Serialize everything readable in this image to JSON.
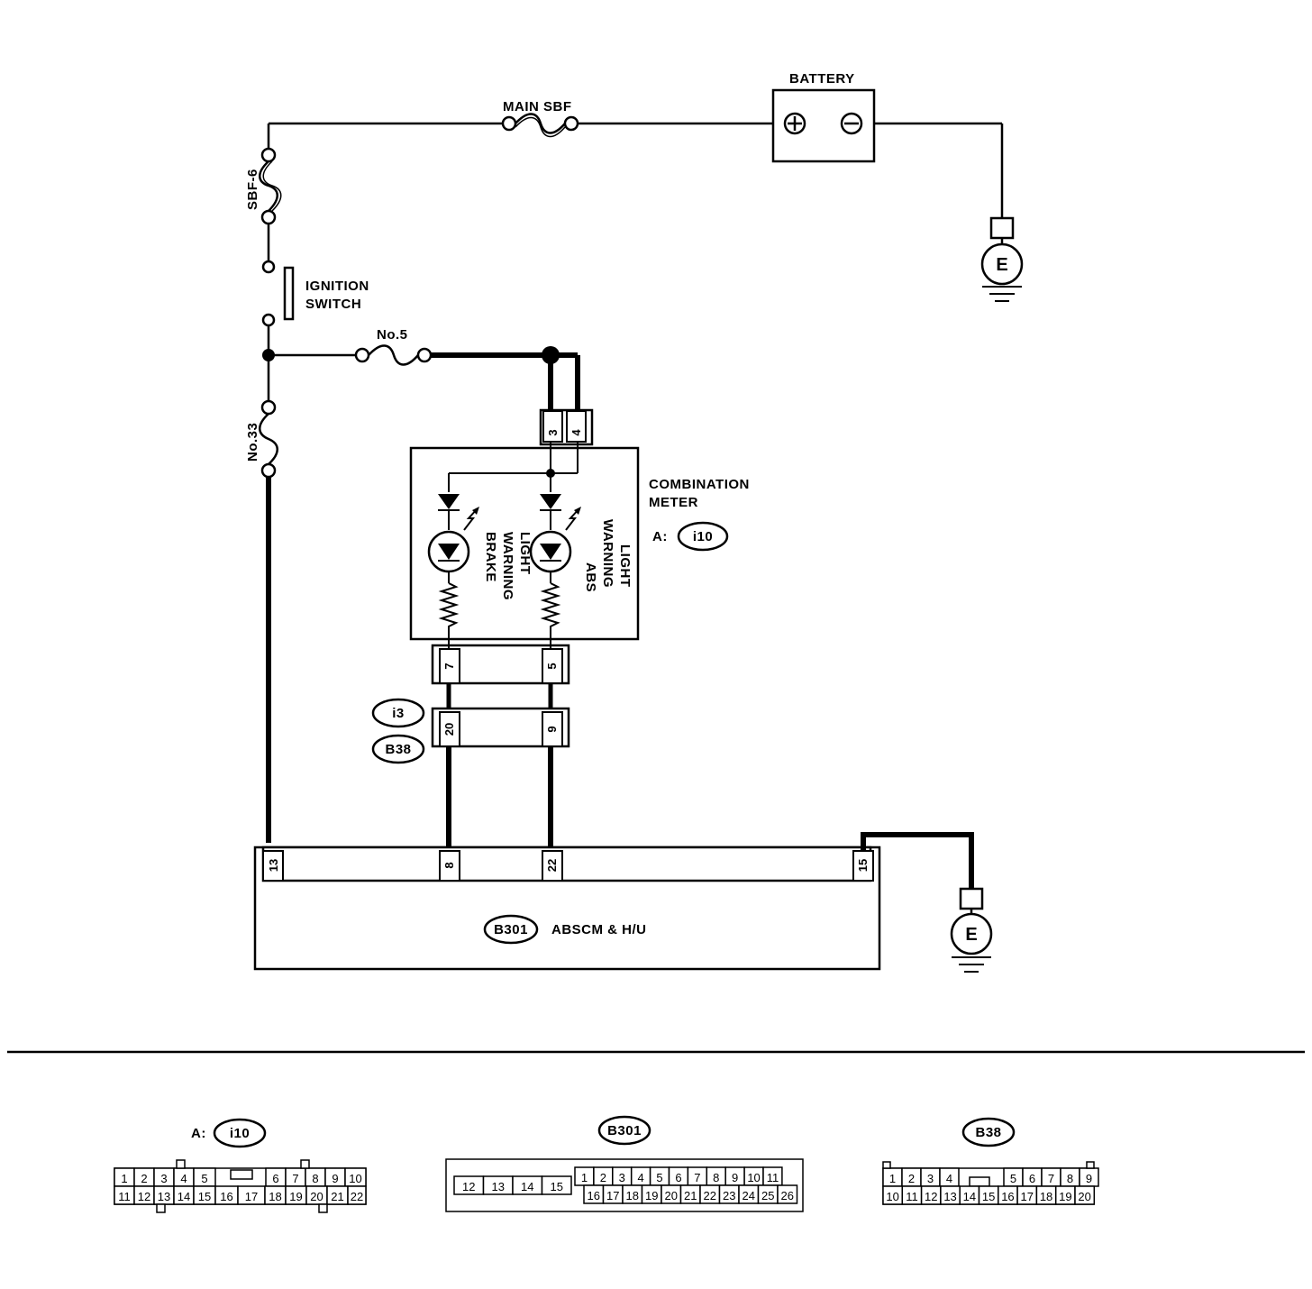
{
  "labels": {
    "battery": "BATTERY",
    "main_sbf": "MAIN SBF",
    "sbf6": "SBF-6",
    "ignition_line1": "IGNITION",
    "ignition_line2": "SWITCH",
    "no5": "No.5",
    "no33": "No.33",
    "combination_line1": "COMBINATION",
    "combination_line2": "METER",
    "meter_prefix": "A:",
    "meter_connector": "i10",
    "brake_line1": "BRAKE",
    "brake_line2": "WARNING",
    "brake_line3": "LIGHT",
    "abs_line1": "ABS",
    "abs_line2": "WARNING",
    "abs_line3": "LIGHT",
    "i3": "i3",
    "b38": "B38",
    "b301": "B301",
    "absscm": "ABSCM & H/U",
    "ground": "E"
  },
  "pins": {
    "meter_top_left": "3",
    "meter_top_right": "4",
    "meter_bottom_left": "7",
    "meter_bottom_right": "5",
    "i3_left": "20",
    "i3_right": "9",
    "abs_13": "13",
    "abs_8": "8",
    "abs_22": "22",
    "abs_15": "15"
  },
  "connectors": {
    "i10": {
      "prefix": "A:",
      "name": "i10",
      "row1": [
        "1",
        "2",
        "3",
        "4",
        "5",
        "",
        "6",
        "7",
        "8",
        "9",
        "10"
      ],
      "row2": [
        "11",
        "12",
        "13",
        "14",
        "15",
        "16",
        "17",
        "18",
        "19",
        "20",
        "21",
        "22"
      ]
    },
    "b301": {
      "name": "B301",
      "left": [
        "12",
        "13",
        "14",
        "15"
      ],
      "row1": [
        "1",
        "2",
        "3",
        "4",
        "5",
        "6",
        "7",
        "8",
        "9",
        "10",
        "11"
      ],
      "row2": [
        "16",
        "17",
        "18",
        "19",
        "20",
        "21",
        "22",
        "23",
        "24",
        "25",
        "26"
      ]
    },
    "b38": {
      "name": "B38",
      "row1": [
        "1",
        "2",
        "3",
        "4",
        "5",
        "6",
        "7",
        "8",
        "9"
      ],
      "row2": [
        "10",
        "11",
        "12",
        "13",
        "14",
        "15",
        "16",
        "17",
        "18",
        "19",
        "20"
      ]
    }
  }
}
